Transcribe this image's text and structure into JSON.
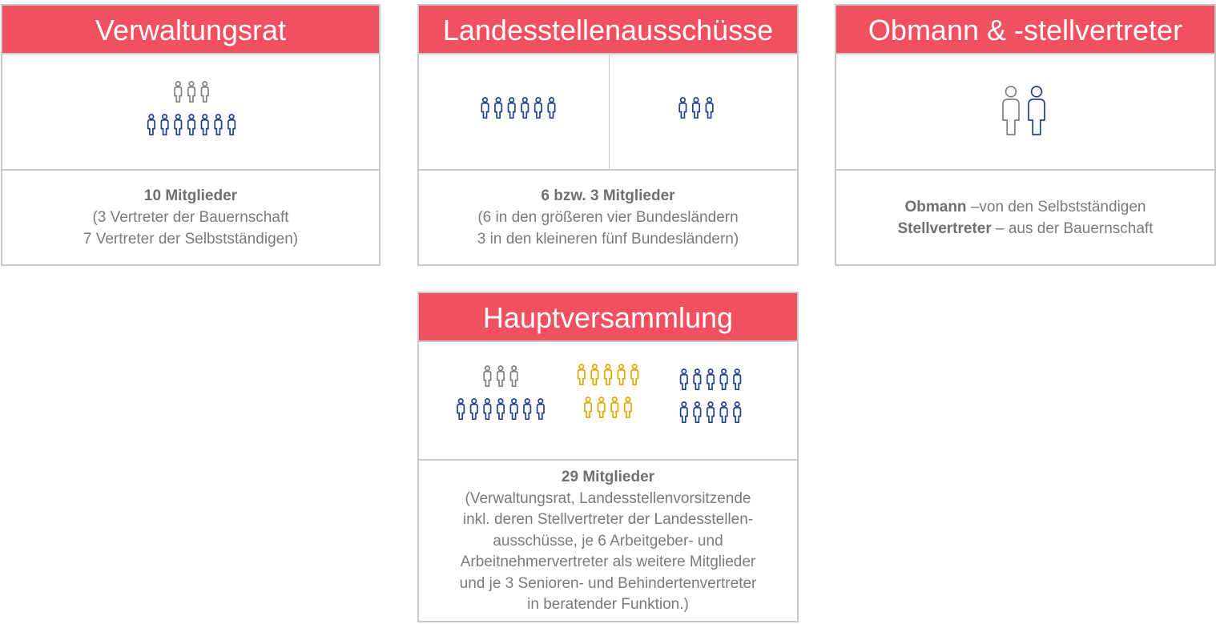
{
  "colors": {
    "header_bg": "#f0505f",
    "gray_person": "#7f7f7f",
    "blue_person": "#1f3f8f",
    "gold_person": "#e0a800"
  },
  "verwaltungsrat": {
    "title": "Verwaltungsrat",
    "count_label": "10 Mitglieder",
    "detail_line1": "(3 Vertreter der Bauernschaft",
    "detail_line2": "7 Vertreter der Selbstständigen)",
    "groups": [
      {
        "color": "gray",
        "count": 3,
        "icon": "person-icon"
      },
      {
        "color": "blue",
        "count": 7,
        "icon": "person-icon"
      }
    ]
  },
  "landesstellen": {
    "title": "Landesstellenausschüsse",
    "count_label": "6 bzw. 3 Mitglieder",
    "detail_line1": "(6 in den größeren vier Bundesländern",
    "detail_line2": "3 in den kleineren fünf Bundesländern)",
    "groups": [
      {
        "color": "blue",
        "count": 6,
        "icon": "person-icon"
      },
      {
        "color": "blue",
        "count": 3,
        "icon": "person-icon"
      }
    ]
  },
  "obmann": {
    "title": "Obmann & -stellvertreter",
    "line1_bold": "Obmann",
    "line1_rest": " –von den Selbstständigen",
    "line2_bold": "Stellvertreter",
    "line2_rest": " – aus der Bauernschaft",
    "groups": [
      {
        "color": "gray",
        "count": 1,
        "icon": "person-icon"
      },
      {
        "color": "blue",
        "count": 1,
        "icon": "person-icon"
      }
    ]
  },
  "hauptversammlung": {
    "title": "Hauptversammlung",
    "count_label": "29 Mitglieder",
    "detail_lines": [
      "(Verwaltungsrat, Landesstellenvorsitzende",
      "inkl. deren Stellvertreter der Landesstellen-",
      "ausschüsse, je 6 Arbeitgeber- und",
      "Arbeitnehmervertreter als weitere Mitglieder",
      "und  je 3 Senioren- und Behindertenvertreter",
      "in beratender Funktion.)"
    ],
    "groups": [
      {
        "color": "gray",
        "count": 3,
        "icon": "person-icon"
      },
      {
        "color": "blue",
        "count": 7,
        "icon": "person-icon"
      },
      {
        "color": "gold",
        "count": 9,
        "icon": "person-icon"
      },
      {
        "color": "blue",
        "count": 10,
        "icon": "person-icon"
      }
    ]
  }
}
